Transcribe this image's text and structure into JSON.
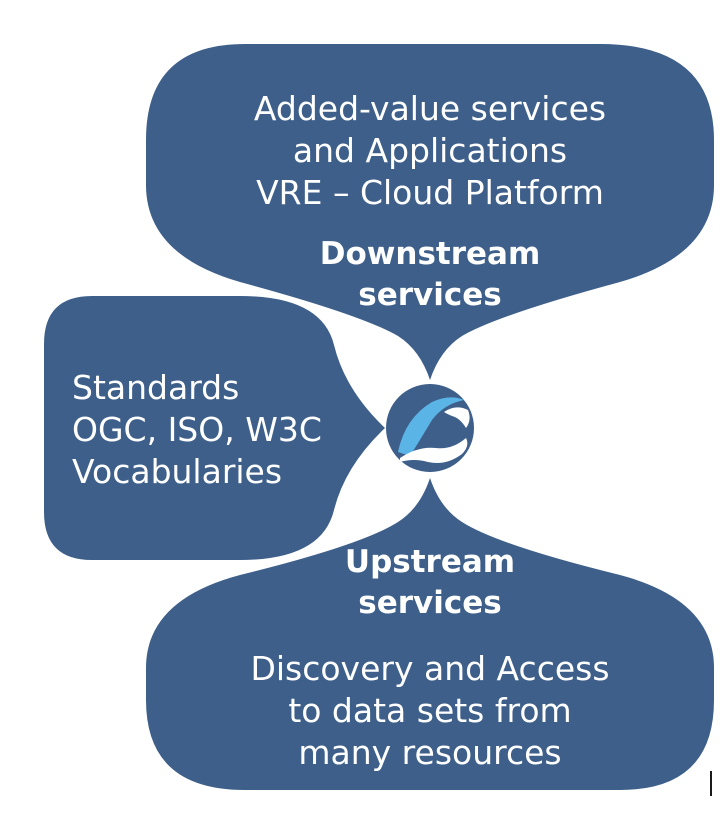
{
  "colors": {
    "bubble": "#3d5f8a",
    "logo_bg": "#3d5f8a",
    "wave_light": "#5bb4e6",
    "wave_white": "#ffffff",
    "background": "#ffffff"
  },
  "downstream": {
    "description": [
      "Added-value services",
      "and Applications",
      "VRE – Cloud Platform"
    ],
    "title": [
      "Downstream",
      "services"
    ]
  },
  "standards": {
    "description": [
      "Standards",
      "OGC, ISO, W3C",
      "Vocabularies"
    ]
  },
  "upstream": {
    "title": [
      "Upstream",
      "services"
    ],
    "description": [
      "Discovery and Access",
      "to data sets from",
      "many resources"
    ]
  },
  "logo": {
    "icon": "wave-logo-icon"
  }
}
